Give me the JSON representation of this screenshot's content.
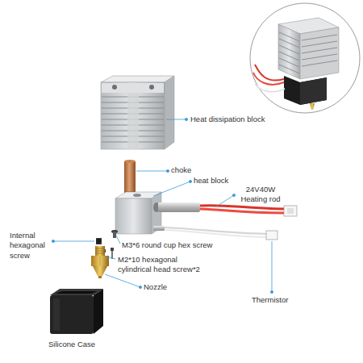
{
  "diagram": {
    "labels": [
      "Heat dissipation block",
      "choke",
      "heat block",
      "24V40W Heating rod",
      "Internal hexagonal screw",
      "M3*6 round cup hex screw",
      "M2*10 hexagonal cylindrical head screw*2",
      "Nozzle",
      "Thermistor",
      "Silicone Case"
    ]
  }
}
